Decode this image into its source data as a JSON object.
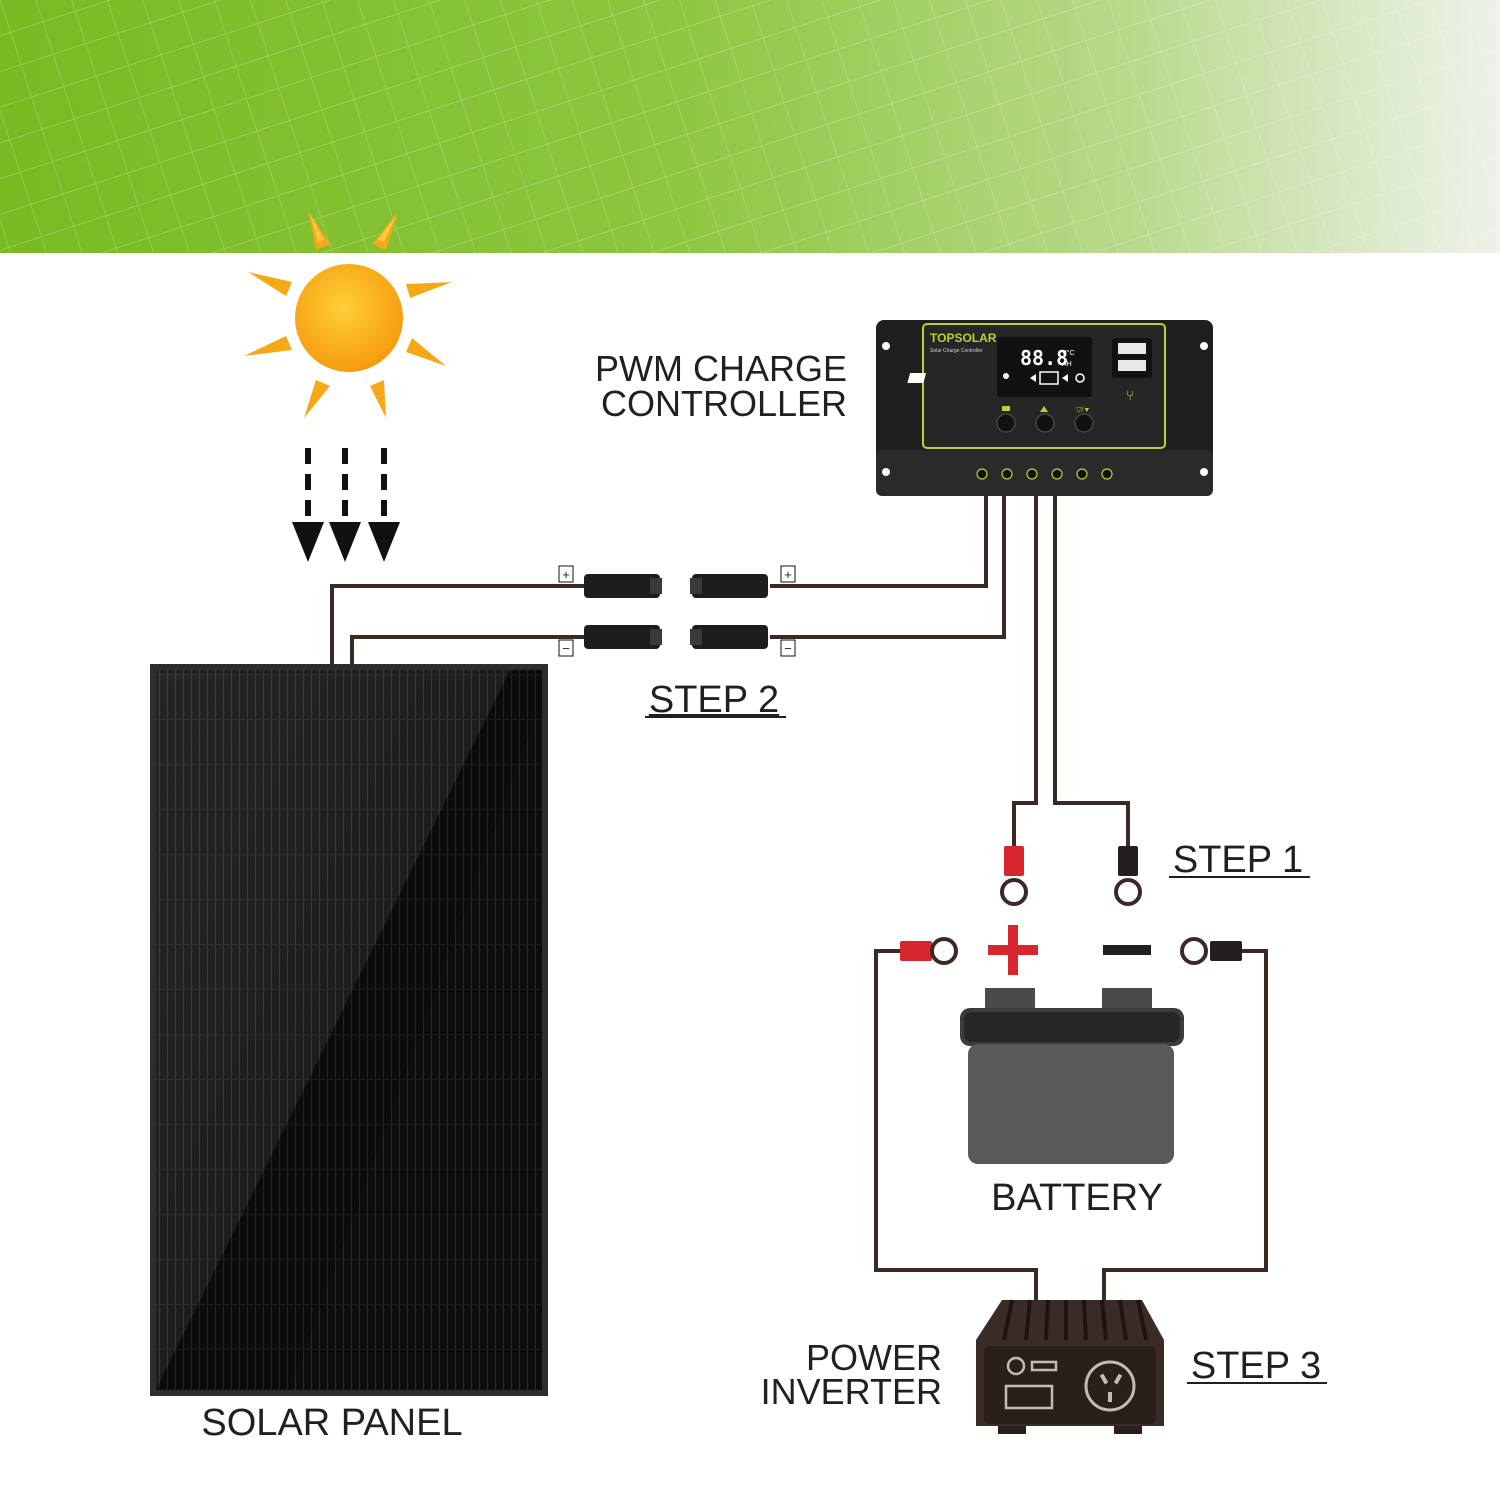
{
  "labels": {
    "controller_line1": "PWM CHARGE",
    "controller_line2": "CONTROLLER",
    "step2": "STEP 2",
    "step1": "STEP 1",
    "step3": "STEP 3",
    "battery": "BATTERY",
    "solar_panel": "SOLAR PANEL",
    "inverter_line1": "POWER",
    "inverter_line2": "INVERTER"
  },
  "controller": {
    "brand": "TOPSOLAR",
    "subtitle": "Solar Charge Controller",
    "display_value": "88.8",
    "display_unit_top": "V°C",
    "display_unit_bottom": "AH"
  },
  "terminals": {
    "connector_plus": "+",
    "connector_minus": "−"
  },
  "colors": {
    "banner_green": "#7dbd2a",
    "sun_yellow": "#f7a816",
    "positive_red": "#d7262d",
    "wire_dark": "#3b2a24",
    "panel_black": "#101010",
    "battery_gray": "#58595b",
    "accent_lime": "#b5d334"
  }
}
